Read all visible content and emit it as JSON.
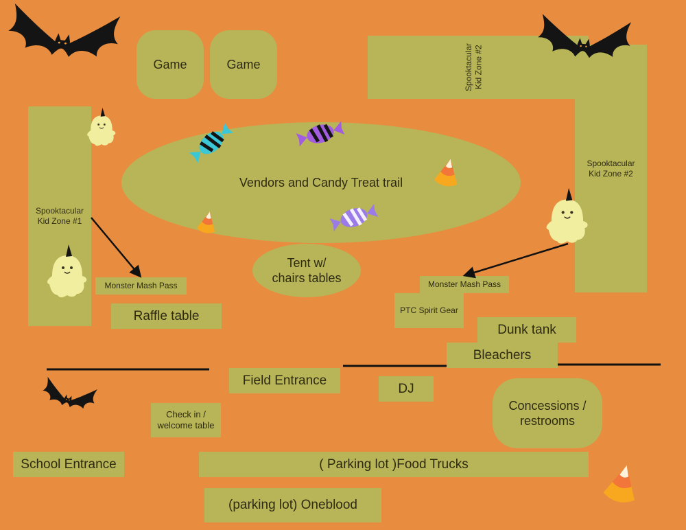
{
  "zones": {
    "game_1": "Game",
    "game_2": "Game",
    "kid_zone_2_top": "Spooktacular\nKid Zone #2",
    "kid_zone_2_side": "Spooktacular\nKid Zone #2",
    "kid_zone_1": "Spooktacular\nKid Zone #1",
    "vendors": "Vendors and Candy Treat trail",
    "tent": "Tent w/\nchairs tables",
    "monster_pass_left": "Monster Mash Pass",
    "monster_pass_right": "Monster Mash Pass",
    "raffle": "Raffle table",
    "ptc_gear": "PTC Spirit Gear",
    "dunk_tank": "Dunk tank",
    "bleachers": "Bleachers",
    "field_entrance": "Field Entrance",
    "dj": "DJ",
    "concessions": "Concessions /\nrestrooms",
    "check_in": "Check in /\nwelcome table",
    "school_entrance": "School Entrance",
    "food_trucks": "( Parking lot )Food Trucks",
    "oneblood": "(parking lot) Oneblood"
  },
  "colors": {
    "background": "#E88C40",
    "zone_fill": "#B7B557",
    "ghost": "#F1EEA0",
    "bat": "#141414",
    "candy_corn": [
      "#FDF3DA",
      "#F2763A",
      "#F8A81E"
    ],
    "wrapped_candy": [
      "#3BC7D6",
      "#A25CE0",
      "#9B7BE8"
    ]
  },
  "decorations": [
    "bat-icon",
    "bat-icon",
    "bat-icon",
    "ghost-icon",
    "ghost-icon",
    "ghost-icon",
    "candy-corn-icon",
    "candy-corn-icon",
    "candy-corn-icon",
    "wrapped-candy-icon",
    "wrapped-candy-icon",
    "wrapped-candy-icon"
  ]
}
